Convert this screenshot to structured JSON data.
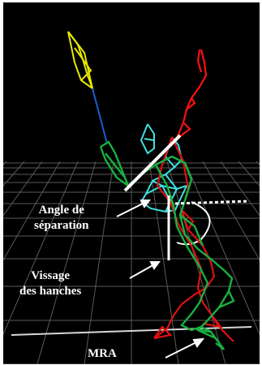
{
  "figure": {
    "labels": {
      "separation_angle": [
        "Angle de",
        "séparation"
      ],
      "hip_twist": [
        "Vissage",
        "des hanches"
      ],
      "mra": "MRA"
    },
    "colors": {
      "background": "#000000",
      "grid": "#5a5a5a",
      "left_arm": "#e8e800",
      "right_arm": "#ff1010",
      "green_skeleton": "#18b040",
      "red_skeleton": "#e01010",
      "torso": "#40e0e0",
      "annotation": "#ffffff",
      "forearm_link": "#1a5cd0"
    }
  }
}
